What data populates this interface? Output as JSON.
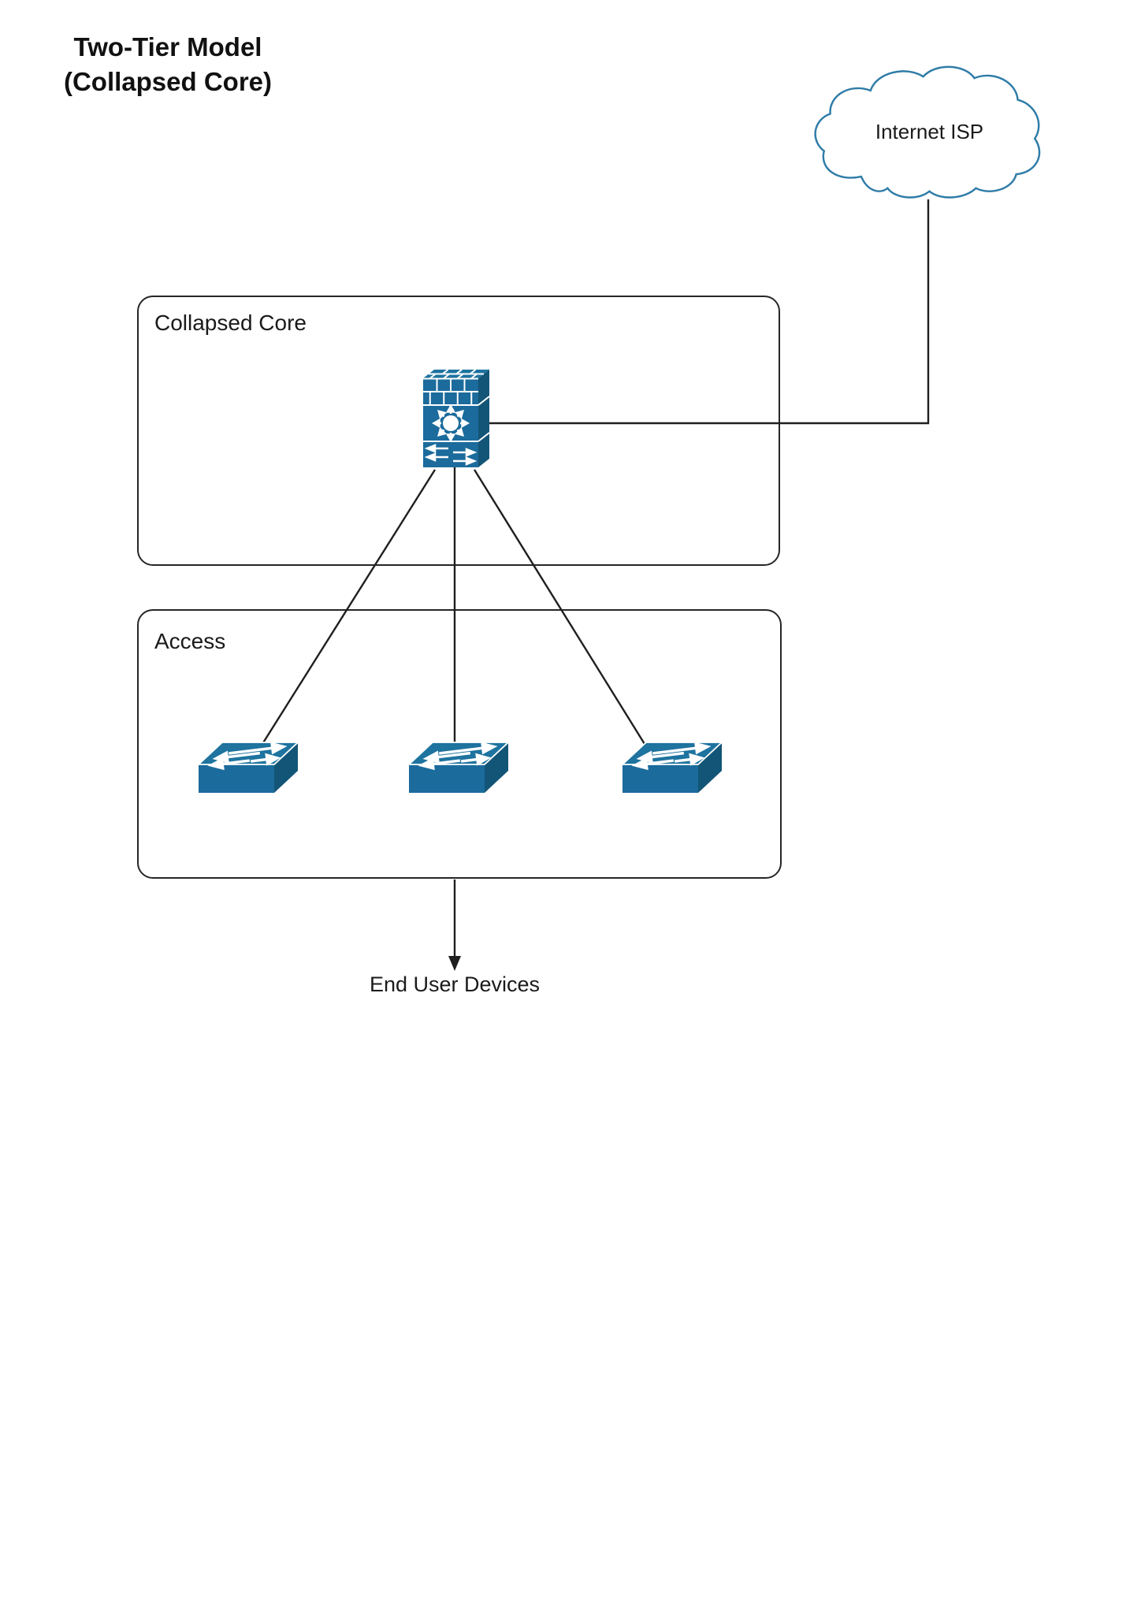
{
  "title": {
    "line1": "Two-Tier Model",
    "line2": "(Collapsed Core)"
  },
  "internet": {
    "label": "Internet ISP",
    "icon": "cloud-icon"
  },
  "tiers": {
    "collapsed_core": {
      "label": "Collapsed Core",
      "device": {
        "icon": "firewall-multilayer-switch-icon"
      }
    },
    "access": {
      "label": "Access",
      "switches": [
        {
          "icon": "workgroup-switch-icon"
        },
        {
          "icon": "workgroup-switch-icon"
        },
        {
          "icon": "workgroup-switch-icon"
        }
      ]
    }
  },
  "end_user": {
    "label": "End User Devices",
    "icon": "down-arrow-icon"
  },
  "connections": [
    {
      "from": "internet-cloud",
      "to": "core-device",
      "style": "elbow"
    },
    {
      "from": "core-device",
      "to": "access-switch-1",
      "style": "straight"
    },
    {
      "from": "core-device",
      "to": "access-switch-2",
      "style": "straight"
    },
    {
      "from": "core-device",
      "to": "access-switch-3",
      "style": "straight"
    },
    {
      "from": "access-tier",
      "to": "end-user-devices",
      "style": "arrow"
    }
  ],
  "colors": {
    "device_front": "#1b6b9c",
    "device_side": "#135577",
    "device_top": "#1e739f",
    "icon_detail": "#ffffff",
    "cloud_outline": "#2f7ca8",
    "connector_line": "#1f1f1f",
    "box_border": "#262626",
    "text": "#1a1a1a",
    "background": "#ffffff"
  }
}
